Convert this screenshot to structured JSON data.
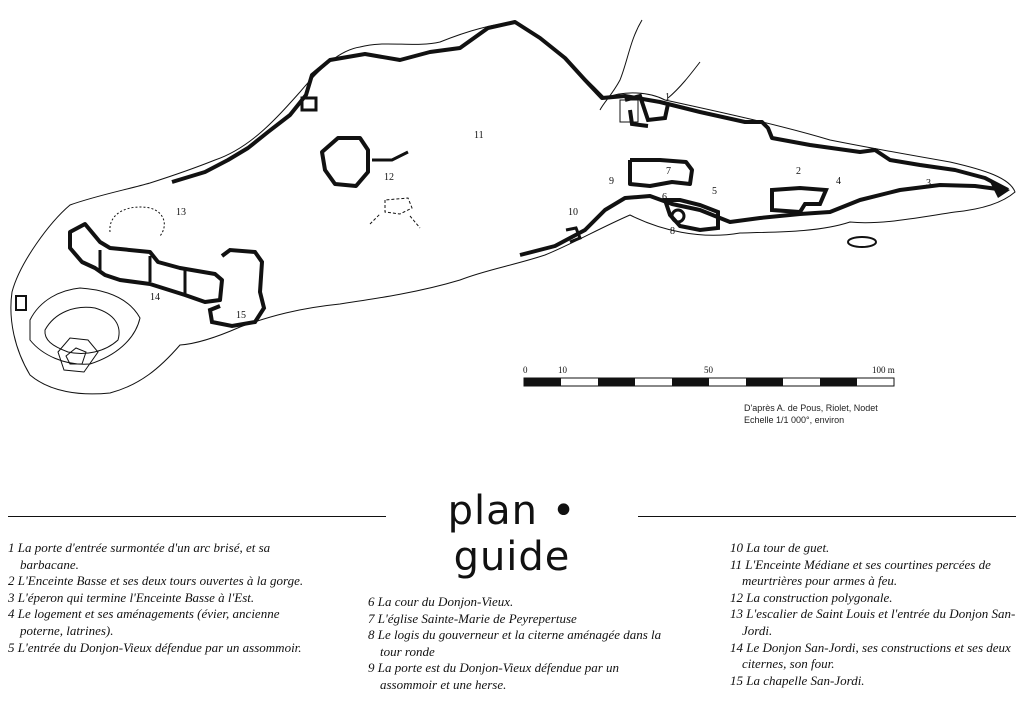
{
  "map": {
    "markers": [
      "1",
      "2",
      "3",
      "4",
      "5",
      "6",
      "7",
      "8",
      "9",
      "10",
      "11",
      "12",
      "13",
      "14",
      "15"
    ],
    "scale": {
      "ticks": [
        "0",
        "10",
        "50",
        "100 m"
      ]
    },
    "credits": {
      "source": "D'après A. de Pous, Riolet, Nodet",
      "scale_note": "Echelle 1/1 000°, environ"
    }
  },
  "title": "plan • guide",
  "legend": {
    "column1": [
      "1 La porte d'entrée surmontée d'un arc brisé, et sa barbacane.",
      "2 L'Enceinte Basse et ses deux tours ouvertes à la gorge.",
      "3 L'éperon qui termine l'Enceinte Basse à l'Est.",
      "4 Le logement et ses aménagements (évier, ancienne poterne, latrines).",
      "5 L'entrée du Donjon-Vieux défendue par un assommoir."
    ],
    "column2": [
      "6 La cour du Donjon-Vieux.",
      "7 L'église Sainte-Marie de Peyrepertuse",
      "8 Le logis du gouverneur et la citerne aménagée dans la tour ronde",
      "9 La porte est du Donjon-Vieux défendue par un assommoir et une herse."
    ],
    "column3": [
      "10 La tour de guet.",
      "11 L'Enceinte Médiane et ses courtines percées de meurtrières pour armes à feu.",
      "12 La construction polygonale.",
      "13 L'escalier de Saint Louis et l'entrée du Donjon San-Jordi.",
      "14 Le Donjon San-Jordi, ses constructions et ses deux citernes, son four.",
      "15 La chapelle San-Jordi."
    ]
  }
}
